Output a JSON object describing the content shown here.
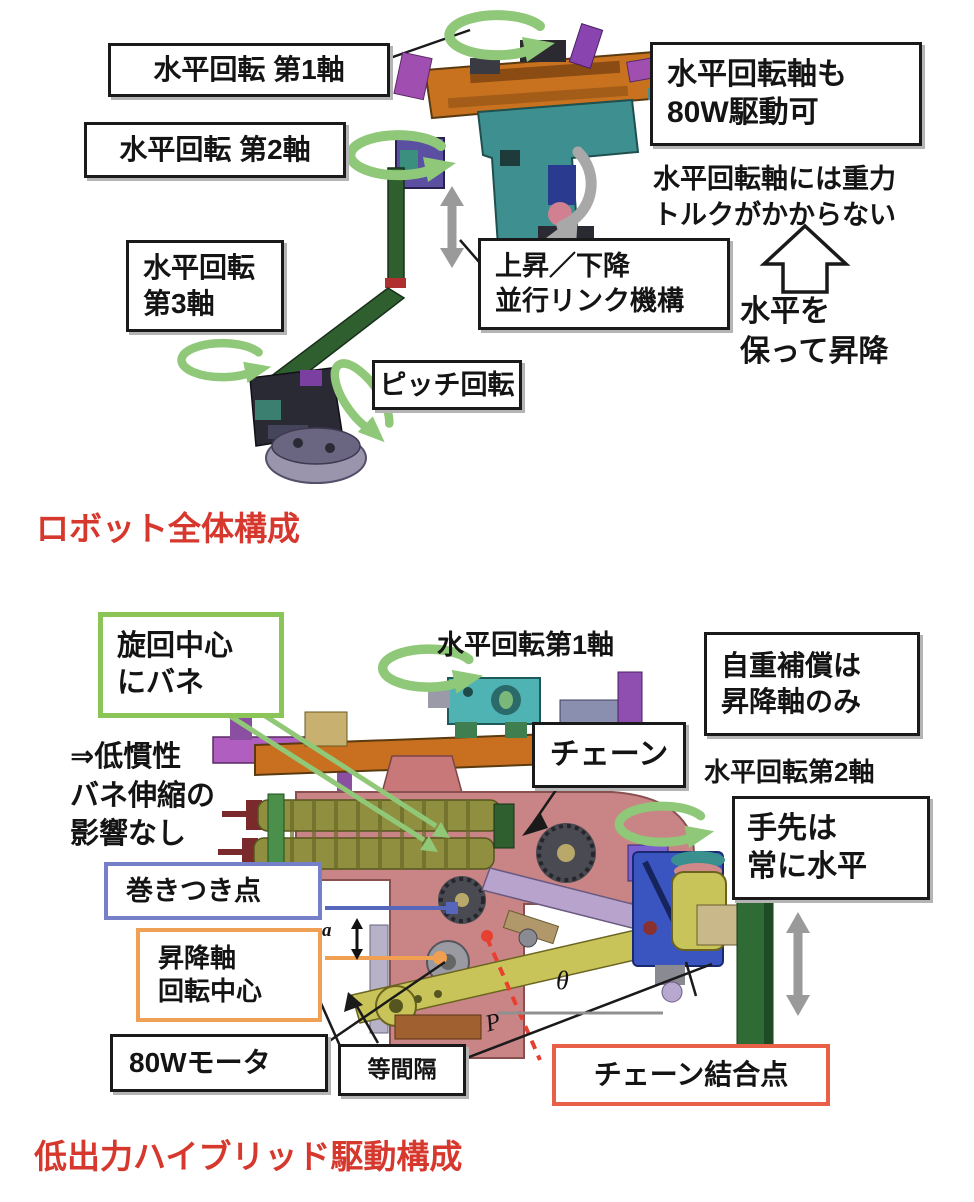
{
  "colors": {
    "caption_red": "#d6382e",
    "green_arrow": "#8fc878",
    "gray_arrow": "#9a9a9a",
    "box_border_black": "#1a1a1a",
    "spring_center_border": "#8bc558",
    "wrap_point_border": "#7580c8",
    "lift_axis_border": "#f0a055",
    "chain_joint_border": "#e86048"
  },
  "figure1": {
    "caption": "ロボット全体構成",
    "labels": {
      "axis1": "水平回転 第1軸",
      "axis2": "水平回転 第2軸",
      "axis3_l1": "水平回転",
      "axis3_l2": "第3軸",
      "pitch": "ピッチ回転",
      "lift_l1": "上昇／下降",
      "lift_l2": "並行リンク機構",
      "drive_l1": "水平回転軸も",
      "drive_l2": "80W駆動可",
      "note_l1": "水平回転軸には重力",
      "note_l2": "トルクがかからない",
      "level_l1": "水平を",
      "level_l2": "保って昇降"
    }
  },
  "figure2": {
    "caption": "低出力ハイブリッド駆動構成",
    "labels": {
      "spring_l1": "旋回中心",
      "spring_l2": "にバネ",
      "inertia_l1": "⇒低慣性",
      "inertia_l2": "バネ伸縮の",
      "inertia_l3": "影響なし",
      "axis1": "水平回転第1軸",
      "chain": "チェーン",
      "weight_l1": "自重補償は",
      "weight_l2": "昇降軸のみ",
      "axis2": "水平回転第2軸",
      "hand_l1": "手先は",
      "hand_l2": "常に水平",
      "wrap_point": "巻きつき点",
      "lift_axis_l1": "昇降軸",
      "lift_axis_l2": "回転中心",
      "motor": "80Wモータ",
      "spacing": "等間隔",
      "chain_joint": "チェーン結合点",
      "theta": "θ",
      "p": "P",
      "a": "a"
    }
  }
}
